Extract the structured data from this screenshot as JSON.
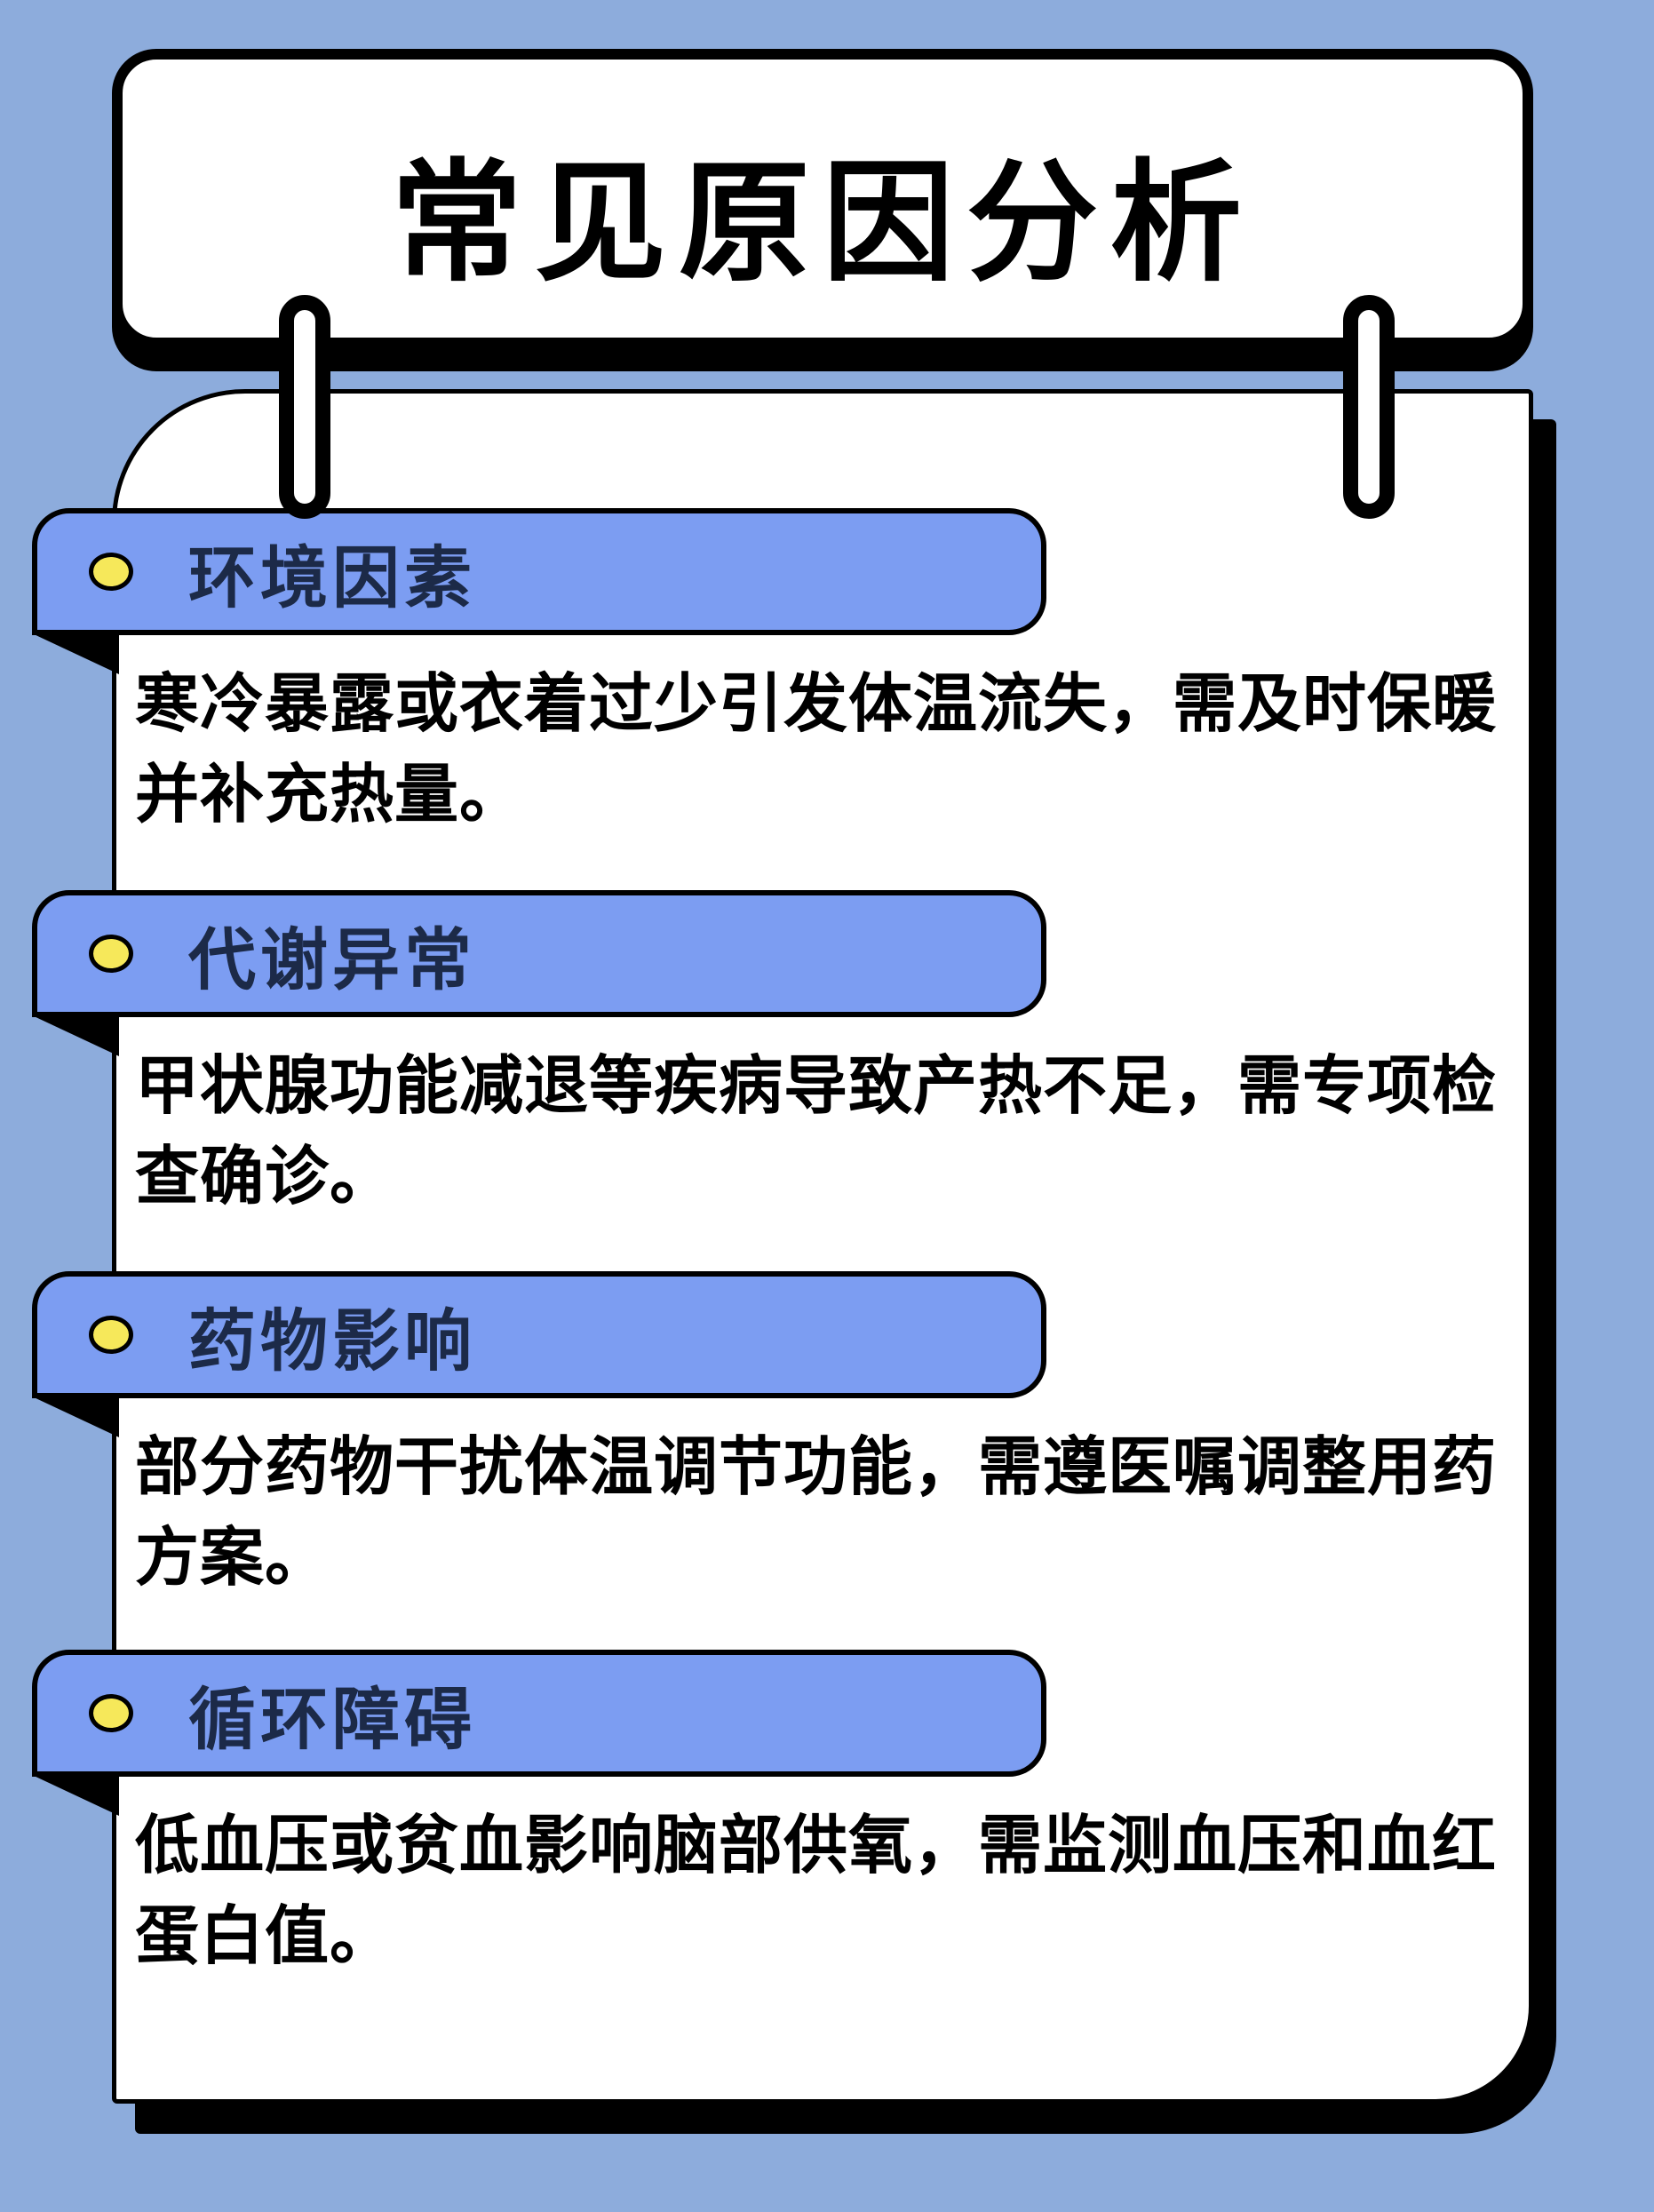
{
  "header": {
    "title": "常见原因分析"
  },
  "sections": [
    {
      "title": "环境因素",
      "body": "寒冷暴露或衣着过少引发体温流失，需及时保暖并补充热量。"
    },
    {
      "title": "代谢异常",
      "body": "甲状腺功能减退等疾病导致产热不足，需专项检查确诊。"
    },
    {
      "title": "药物影响",
      "body": "部分药物干扰体温调节功能，需遵医嘱调整用药方案。"
    },
    {
      "title": "循环障碍",
      "body": "低血压或贫血影响脑部供氧，需监测血压和血红蛋白值。"
    }
  ],
  "theme": {
    "background_blue": "#8DACDC",
    "pill_blue": "#7C9DF2",
    "bullet_yellow": "#F6E85A",
    "pill_text_navy": "#1C2A48",
    "outline_black": "#000000",
    "card_white": "#FFFFFF"
  }
}
